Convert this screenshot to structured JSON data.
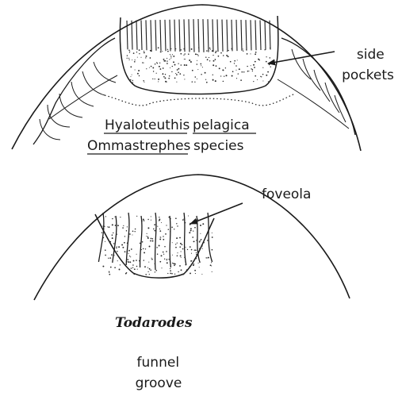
{
  "labels": {
    "side_pockets_line1": "side",
    "side_pockets_line2": "pockets",
    "species_line1_part1": "Hyaloteuthis",
    "species_line1_part2": "pelagica",
    "species_line2_part1": "Ommastrephes",
    "species_line2_part2": "species",
    "foveola": "foveola",
    "genus": "Todarodes",
    "funnel_groove_line1": "funnel",
    "funnel_groove_line2": "groove"
  }
}
